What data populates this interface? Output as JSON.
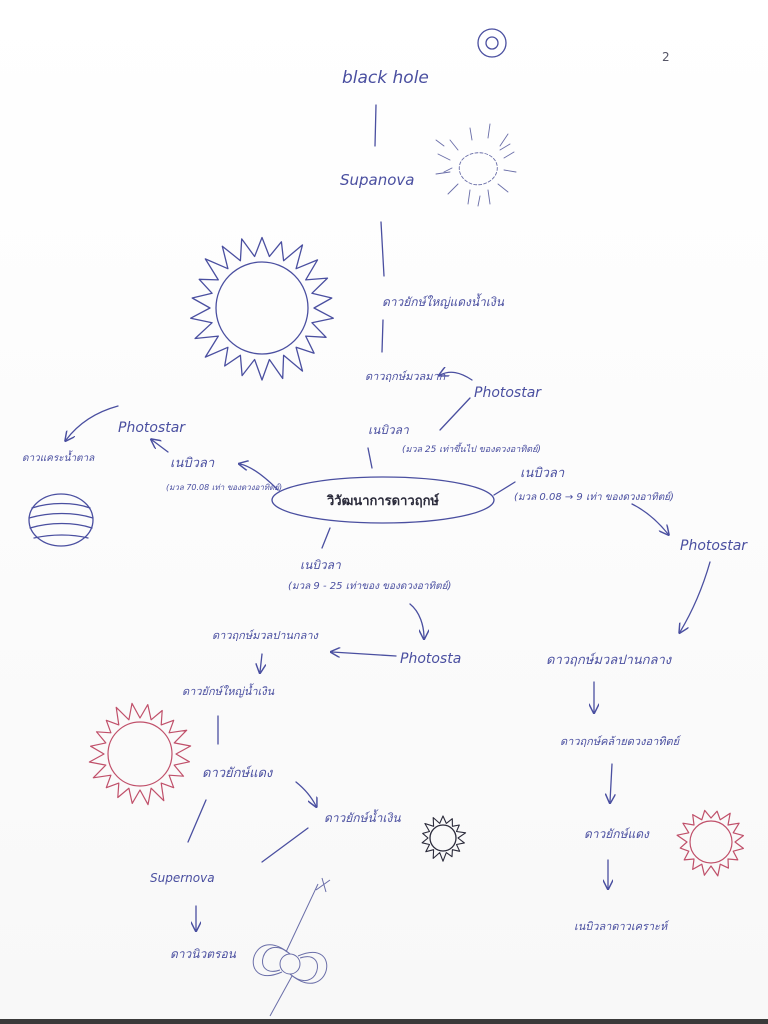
{
  "page_number": "2",
  "colors": {
    "ink": "#4a4fa0",
    "red_ink": "#c0506a",
    "paper": "#fdfdfd"
  },
  "center": {
    "title": "วิวัฒนาการดาวฤกษ์"
  },
  "top_branch": {
    "nebula": "เนบิวลา",
    "mass_note": "(มวล 25 เท่าขึ้นไป ของดวงอาทิตย์)",
    "protostar": "Photostar",
    "big_star": "ดาวฤกษ์มวลมาก",
    "supergiant": "ดาวยักษ์ใหญ่แดงน้ำเงิน",
    "supernova": "Supanova",
    "black_hole": "black hole"
  },
  "left_branch": {
    "nebula": "เนบิวลา",
    "mass_note": "(มวล 70.08 เท่า ของดวงอาทิตย์)",
    "protostar": "Photostar",
    "brown_dwarf": "ดาวแคระน้ำตาล"
  },
  "right_branch": {
    "nebula": "เนบิวลา",
    "mass_note": "(มวล 0.08 → 9 เท่า ของดวงอาทิตย์)",
    "protostar": "Photostar",
    "medium_star": "ดาวฤกษ์มวลปานกลาง",
    "sun_like": "ดาวฤกษ์คล้ายดวงอาทิตย์",
    "red_giant": "ดาวยักษ์แดง",
    "planetary_nebula": "เนบิวลาดาวเคราะห์"
  },
  "bottom_branch": {
    "nebula": "เนบิวลา",
    "mass_note": "(มวล 9 - 25 เท่าของ ของดวงอาทิตย์)",
    "protostar": "Photosta",
    "mid_heavy_star": "ดาวฤกษ์มวลปานกลาง",
    "blue_giant": "ดาวยักษ์ใหญ่น้ำเงิน",
    "red_supergiant": "ดาวยักษ์แดง",
    "blue_supergiant": "ดาวยักษ์น้ำเงิน",
    "supernova": "Supernova",
    "neutron_star": "ดาวนิวตรอน"
  },
  "drawings": [
    "black-hole-icon",
    "supernova-burst-icon",
    "big-sun-icon",
    "brown-dwarf-planet-icon",
    "red-supergiant-icon",
    "blue-supergiant-icon",
    "neutron-star-icon",
    "red-giant-icon"
  ]
}
